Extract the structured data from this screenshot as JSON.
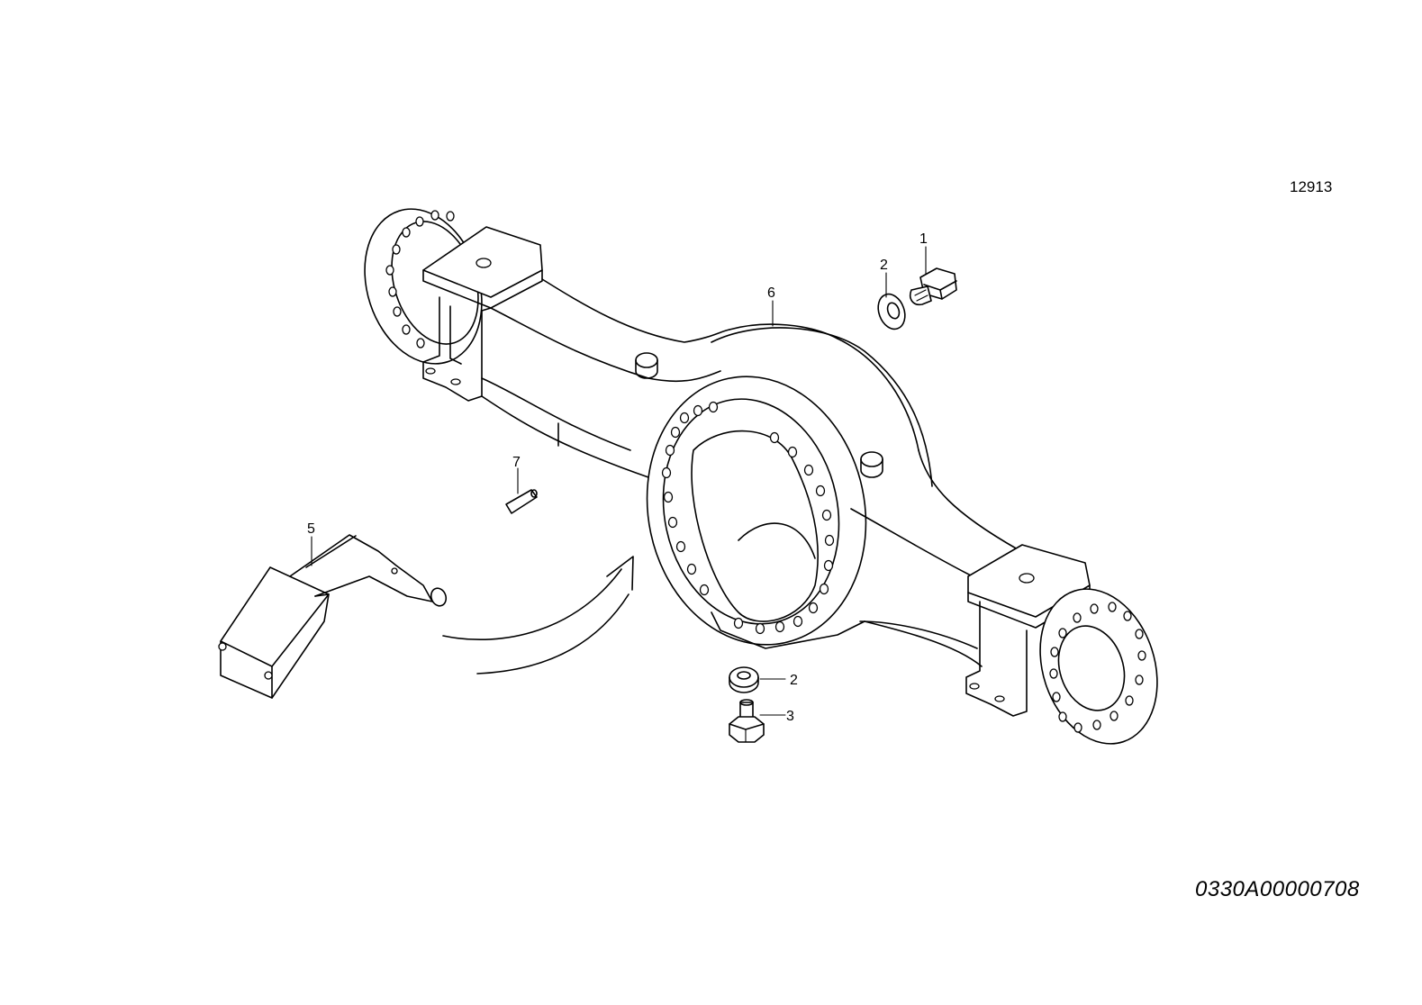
{
  "diagram": {
    "reference_number": "12913",
    "drawing_code": "0330A00000708",
    "callouts": {
      "c1": "1",
      "c2_upper": "2",
      "c6": "6",
      "c7": "7",
      "c5": "5",
      "c2_lower": "2",
      "c3": "3"
    }
  }
}
